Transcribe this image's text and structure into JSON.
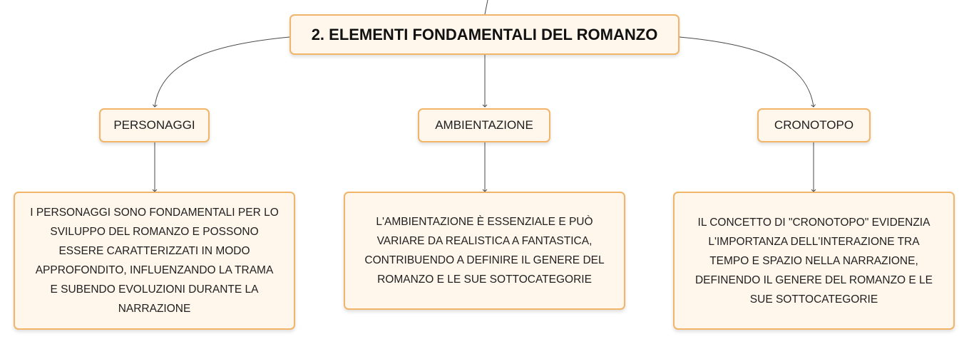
{
  "root": {
    "title": "2. ELEMENTI FONDAMENTALI DEL ROMANZO"
  },
  "branches": [
    {
      "label": "PERSONAGGI",
      "lines": [
        "I PERSONAGGI SONO FONDAMENTALI PER LO",
        "SVILUPPO DEL ROMANZO E POSSONO",
        "ESSERE CARATTERIZZATI IN MODO",
        "APPROFONDITO, INFLUENZANDO LA TRAMA",
        "E SUBENDO EVOLUZIONI DURANTE LA",
        "NARRAZIONE"
      ]
    },
    {
      "label": "AMBIENTAZIONE",
      "lines": [
        "L'AMBIENTAZIONE È ESSENZIALE E PUÒ",
        "VARIARE DA REALISTICA A FANTASTICA,",
        "CONTRIBUENDO A DEFINIRE IL GENERE DEL",
        "ROMANZO E LE SUE SOTTOCATEGORIE"
      ]
    },
    {
      "label": "CRONOTOPO",
      "lines": [
        "IL CONCETTO DI \"CRONOTOPO\" EVIDENZIA",
        "L'IMPORTANZA DELL'INTERAZIONE TRA",
        "TEMPO E SPAZIO NELLA NARRAZIONE,",
        "DEFINENDO IL GENERE DEL ROMANZO E LE",
        "SUE SOTTOCATEGORIE"
      ]
    }
  ],
  "colors": {
    "node_fill": "#fff6ec",
    "node_border": "#f2b468",
    "connector": "#4a4a4a",
    "text": "#1f1f1f"
  }
}
